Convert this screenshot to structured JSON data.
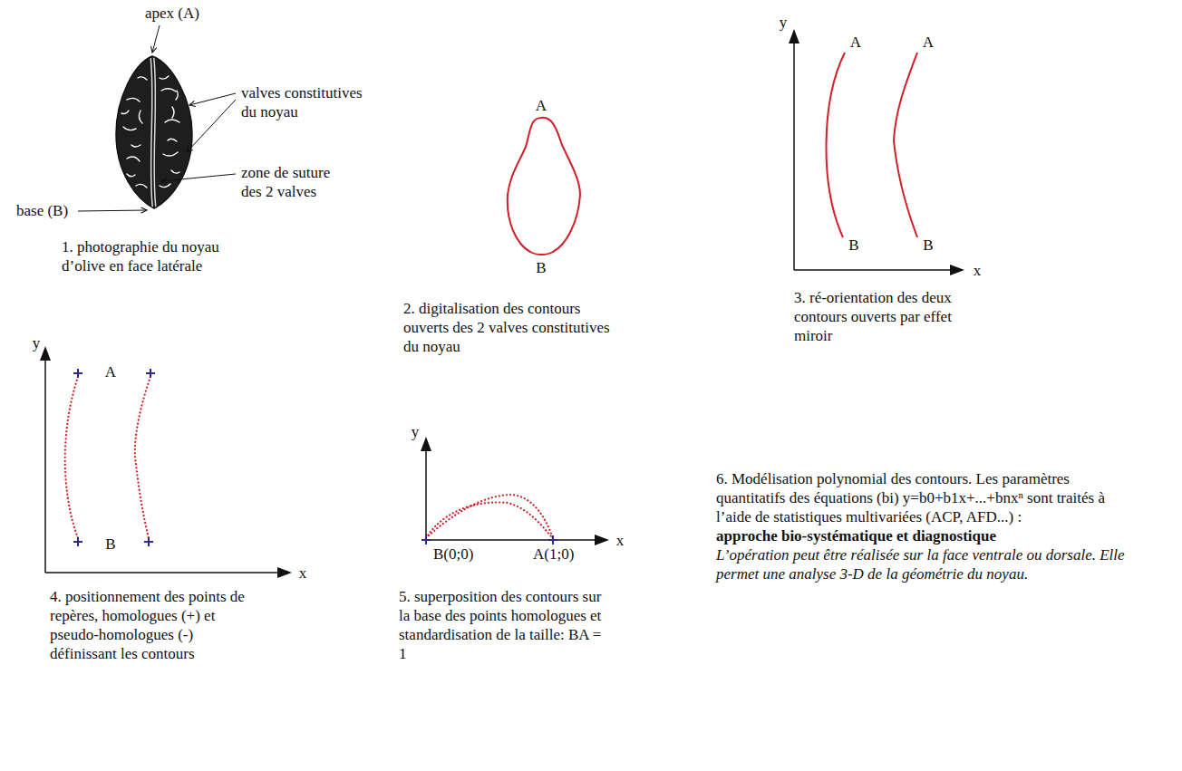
{
  "diagram": {
    "labels": [
      "apex (A)",
      "valves constitutives du noyau",
      "zone de suture des 2 valves",
      "base (B)",
      "1. photographie du noyau d’olive en face latérale",
      "A",
      "B",
      "2. digitalisation des contours ouverts des 2 valves constitutives du noyau",
      "y",
      "A",
      "A",
      "B",
      "B",
      "x",
      "3. ré-orientation des deux contours ouverts par effet miroir",
      "y",
      "A",
      "B",
      "x",
      "4. positionnement des points de repères, homologues (+) et pseudo-homologues (-) définissant les contours",
      "y",
      "x",
      "B(0;0)",
      "A(1;0)",
      "5. superposition des contours sur la base des points homologues et standardisation de la taille: BA = 1",
      "6. Modélisation polynomial des contours. Les paramètres quantitatifs des équations (bi) y=b0+b1x+...+bnxⁿ sont traités à l’aide de statistiques multivariées (ACP, AFD...) :",
      "approche bio-systématique et diagnostique",
      "L’opération peut être réalisée sur la face ventrale ou dorsale. Elle permet une analyse 3-D de la géométrie du noyau."
    ]
  }
}
